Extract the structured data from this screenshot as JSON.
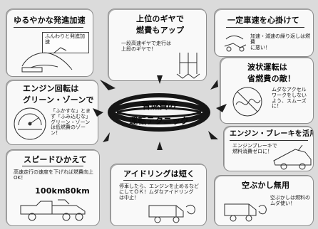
{
  "center": {
    "line1": "省燃費の",
    "line2": "運転テクニック"
  },
  "cards": [
    {
      "key": "slow_start",
      "title": "ゆるやかな発進加速",
      "text": "ふんわりと発進加速"
    },
    {
      "key": "upper_gear",
      "title_line1": "上位のギヤで",
      "title_line2": "燃費もアップ",
      "text": "一段高速ギヤで走行は\n上段のギヤで！"
    },
    {
      "key": "constant_speed",
      "title": "一定車速を心掛けて",
      "text": "加速・減速の繰り返しは燃費\nに悪い！"
    },
    {
      "key": "wave_driving",
      "title_line1": "波状運転は",
      "title_line2": "省燃費の敵！",
      "text": "ムダなアクセル\nワークをしない\nよう、スムーズ\nに！"
    },
    {
      "key": "engine_green_zone",
      "title_line1": "エンジン回転は",
      "title_line2": "グリーン・ゾーンで",
      "text": "「ふかすな」とま\nず「ふみ込むな」\nグリーン・ゾーン\nは低燃費のゾーン！"
    },
    {
      "key": "engine_brake",
      "title": "エンジン・ブレーキを活用",
      "text": "エンジンブレーキで\n燃料消費ゼロに！"
    },
    {
      "key": "speed_restraint",
      "title": "スピードひかえて",
      "text": "高速走行の速度を下げれば燃費向上\nOK！",
      "speed_a": "100km",
      "speed_b": "80km"
    },
    {
      "key": "idling",
      "title": "アイドリングは短く",
      "text": "停車したら、エンジンを止めるなど\nにしてＯＫ！ムダなアイドリング\nは中止！"
    },
    {
      "key": "no_revving",
      "title": "空ぶかし無用",
      "text": "空ぶかしは燃料の\nムダ使い！"
    }
  ],
  "icons": {
    "center": "fuel-saving-emblem",
    "gear": "gear-shift-icon",
    "speedometer": "tachometer-icon",
    "truck": "truck-icon"
  }
}
